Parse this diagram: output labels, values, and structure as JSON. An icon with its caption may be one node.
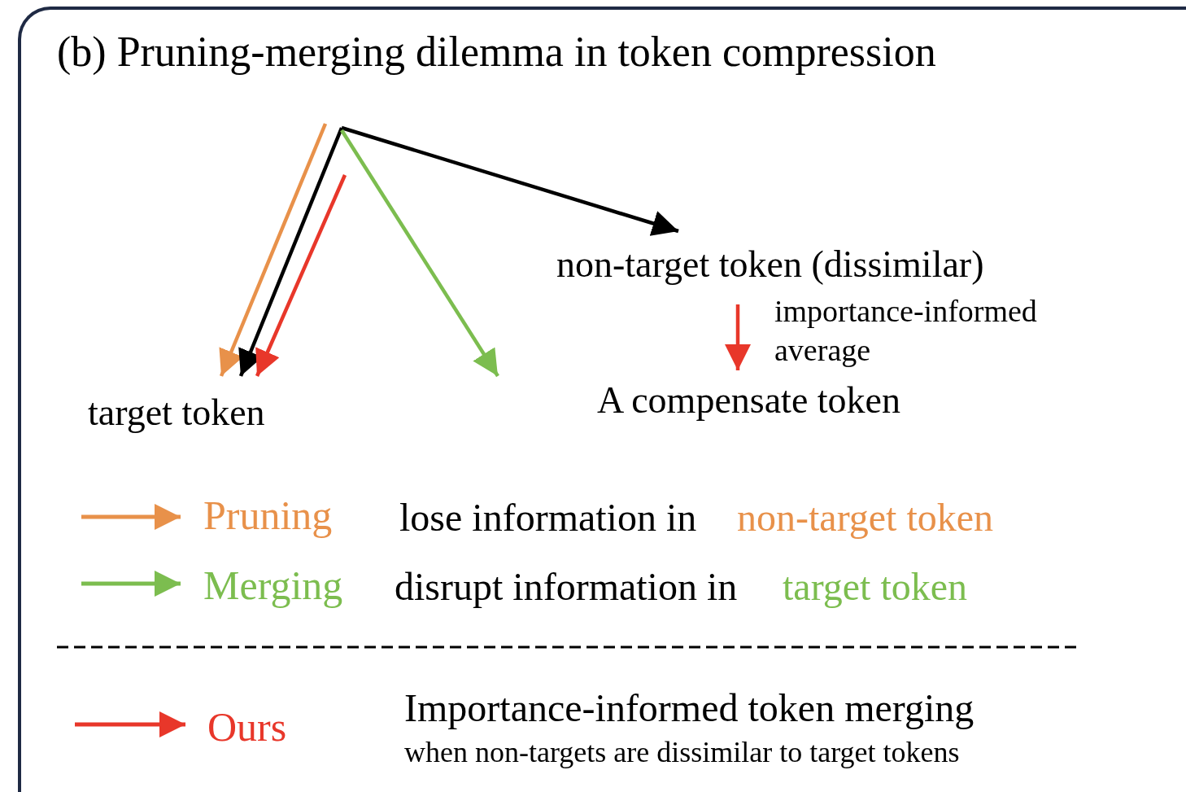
{
  "diagram": {
    "title": "(b) Pruning-merging dilemma in token compression",
    "nodes": [
      {
        "text": [
          "non-target token (dissimilar)"
        ]
      },
      {
        "text": [
          "A compensate token"
        ]
      },
      {
        "text": [
          "target token"
        ]
      }
    ],
    "edges": [
      {
        "from": null,
        "to": 2,
        "arrow": "to",
        "color": "#e8914a"
      },
      {
        "from": null,
        "to": 2,
        "arrow": "to",
        "color": "#000000"
      },
      {
        "from": null,
        "to": 2,
        "arrow": "to",
        "color": "#e8372a"
      },
      {
        "from": null,
        "to": 0,
        "arrow": "to",
        "color": "#000000"
      },
      {
        "from": 0,
        "to": 1,
        "arrow": "to",
        "color": "#e8372a",
        "label": "importance-informed average"
      }
    ],
    "labels": [
      "lose information in",
      "non-target token",
      "disrupt information in",
      "target token",
      "Importance-informed token merging",
      "when non-targets are dissimilar to target tokens"
    ],
    "legend": [
      {
        "text": "Pruning"
      },
      {
        "text": "Merging"
      },
      {
        "text": "Ours"
      }
    ]
  }
}
